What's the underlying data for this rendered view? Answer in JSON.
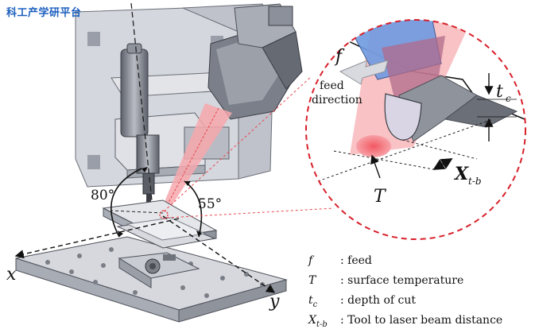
{
  "watermark": "科工产学研平台",
  "angles": {
    "left": "80°",
    "right": "55°"
  },
  "axes": {
    "x": "x",
    "y": "y"
  },
  "zoom_labels": {
    "f": "f",
    "feed_direction_1": "feed",
    "feed_direction_2": "direction",
    "tc_main": "t",
    "tc_sub": "c",
    "T": "T",
    "X_main": "X",
    "X_sub": "t-b"
  },
  "legend": [
    {
      "symbol": "f",
      "sub": "",
      "desc": ": feed"
    },
    {
      "symbol": "T",
      "sub": "",
      "desc": ": surface temperature"
    },
    {
      "symbol": "t",
      "sub": "c",
      "desc": ": depth of cut"
    },
    {
      "symbol": "X",
      "sub": "t-b",
      "desc": ": Tool to laser beam distance"
    }
  ],
  "colors": {
    "laser": "#e8474f",
    "laser_beam": "#f6a8ad",
    "tool_blue": "#6e9be0",
    "machine": "#c9ccd4",
    "machine_dark": "#8a8e99",
    "dashed_circle": "#d8202a",
    "watermark": "#1c5fbf"
  }
}
